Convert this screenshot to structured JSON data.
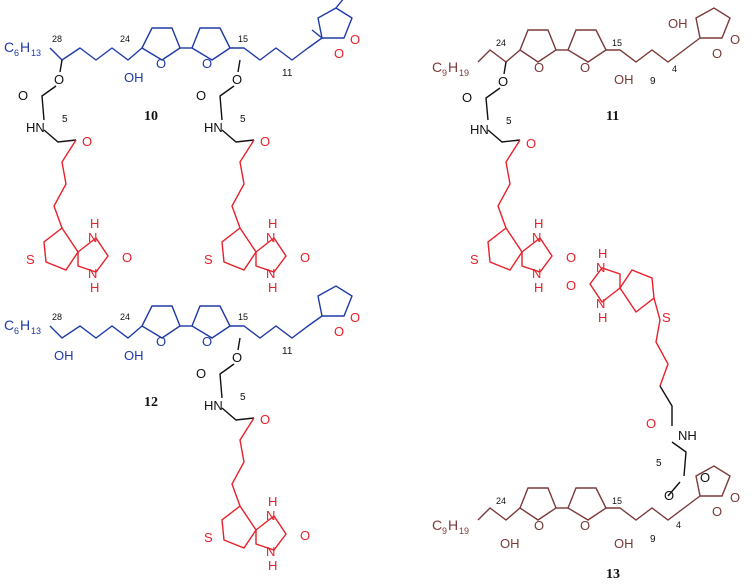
{
  "colors": {
    "blue": "#1f3aa8",
    "red": "#e8202a",
    "black": "#111111",
    "brown": "#7b3a3a"
  },
  "compounds": [
    {
      "id": "10",
      "label": "10",
      "chain": {
        "prefix": "C",
        "prefix_sub": "6",
        "prefix_sub2": "13",
        "pos_a": "28",
        "pos_b": "24",
        "pos_c": "15",
        "oh": "OH",
        "repeat": "11",
        "o": "O"
      },
      "linkers": [
        {
          "nh": "HN",
          "repeat": "5",
          "o": "O"
        },
        {
          "nh": "HN",
          "repeat": "5",
          "o": "O"
        }
      ]
    },
    {
      "id": "11",
      "label": "11",
      "chain": {
        "prefix": "C",
        "prefix_sub": "9",
        "prefix_sub2": "19",
        "pos_a": "24",
        "pos_b": "15",
        "pos_c": "4",
        "oh": "OH",
        "oh2": "OH",
        "repeat": "9",
        "o": "O"
      },
      "linkers": [
        {
          "nh": "HN",
          "repeat": "5",
          "o": "O"
        }
      ]
    },
    {
      "id": "12",
      "label": "12",
      "chain": {
        "prefix": "C",
        "prefix_sub": "6",
        "prefix_sub2": "13",
        "pos_a": "28",
        "pos_b": "24",
        "pos_c": "15",
        "oh": "OH",
        "oh2": "OH",
        "repeat": "11",
        "o": "O"
      },
      "linkers": [
        {
          "nh": "HN",
          "repeat": "5",
          "o": "O"
        }
      ]
    },
    {
      "id": "13",
      "label": "13",
      "chain": {
        "prefix": "C",
        "prefix_sub": "9",
        "prefix_sub2": "19",
        "pos_a": "24",
        "pos_b": "15",
        "pos_c": "4",
        "oh": "OH",
        "oh2": "OH",
        "repeat": "9",
        "o": "O"
      },
      "linkers": [
        {
          "nh": "NH",
          "repeat": "5",
          "o": "O"
        }
      ]
    }
  ],
  "biotin": {
    "nh": "N",
    "h": "H",
    "s": "S",
    "o": "O"
  }
}
